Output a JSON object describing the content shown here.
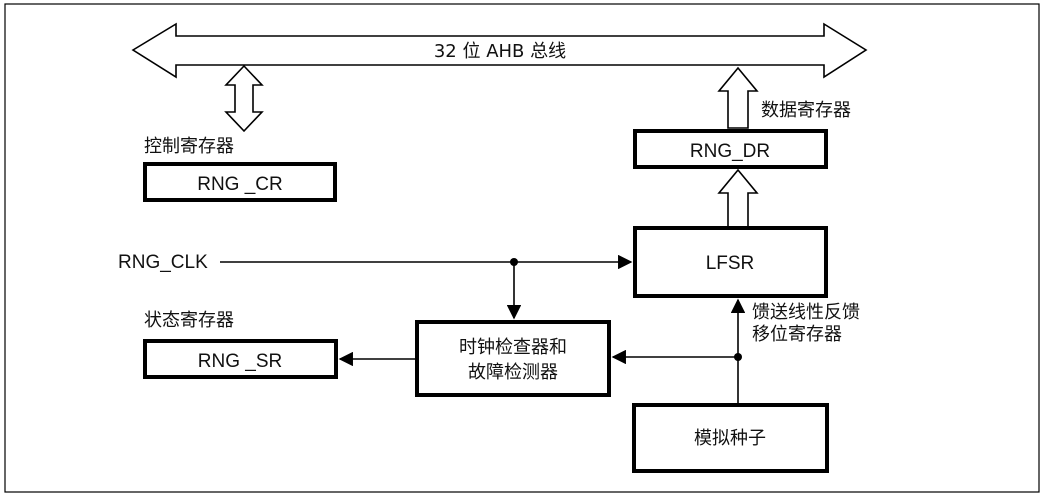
{
  "bus": {
    "label": "32 位 AHB 总线"
  },
  "labels": {
    "control_register": "控制寄存器",
    "data_register": "数据寄存器",
    "status_register": "状态寄存器",
    "lfsr_desc_line1": "馈送线性反馈",
    "lfsr_desc_line2": "移位寄存器",
    "rng_clk": "RNG_CLK"
  },
  "blocks": {
    "rng_cr": "RNG _CR",
    "rng_dr": "RNG_DR",
    "lfsr": "LFSR",
    "rng_sr": "RNG _SR",
    "checker_line1": "时钟检查器和",
    "checker_line2": "故障检测器",
    "analog_seed": "模拟种子"
  }
}
